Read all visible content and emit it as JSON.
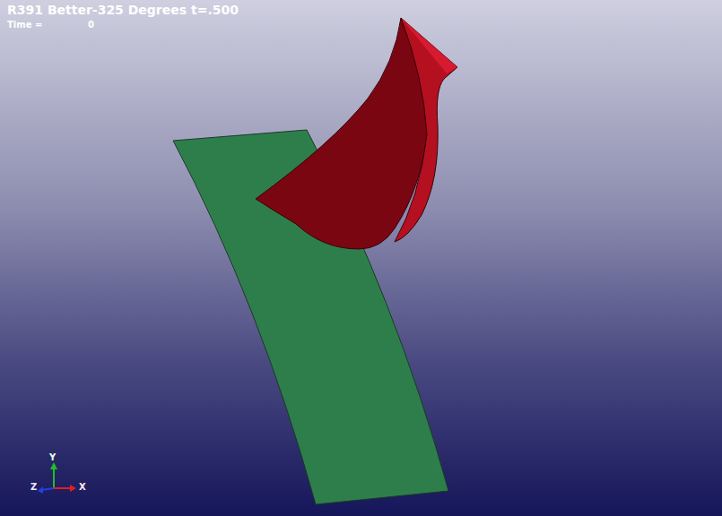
{
  "diagram": {
    "title": "R391 Better-325 Degrees t=.500",
    "labels": [
      "Time =",
      "0",
      "Y",
      "Z",
      "X"
    ]
  }
}
